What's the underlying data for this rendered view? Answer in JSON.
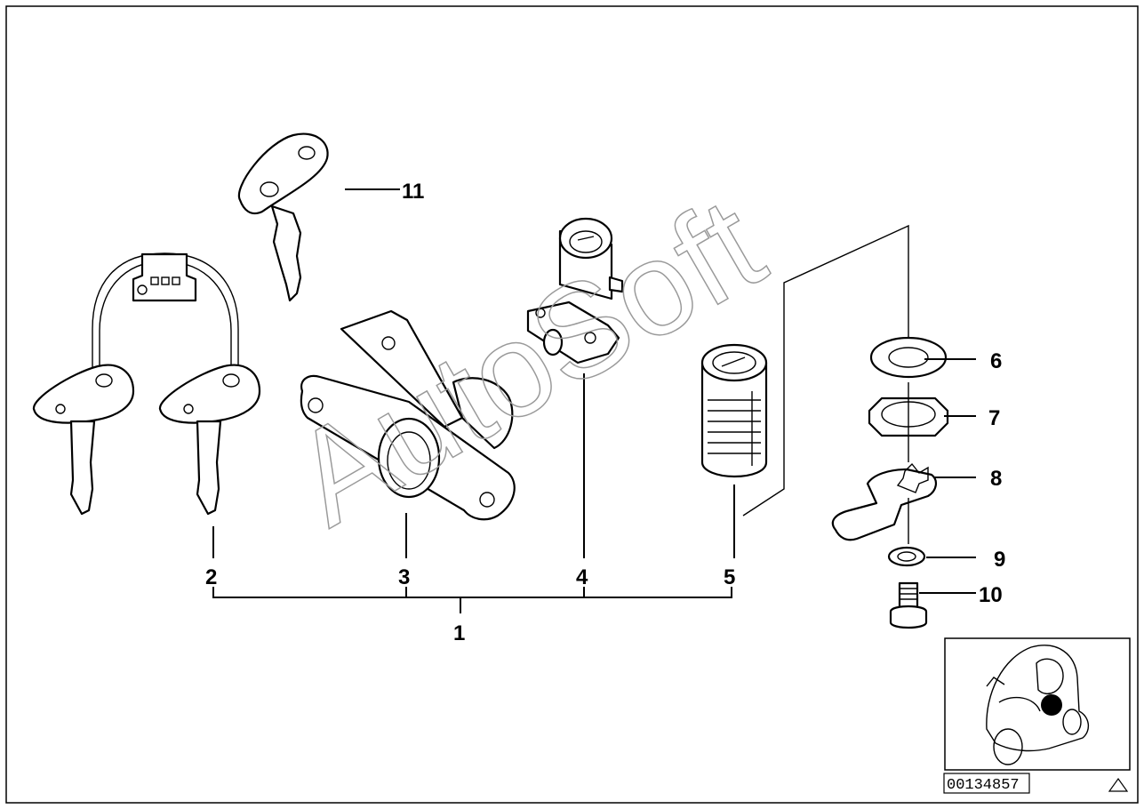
{
  "watermark": "AutoSoft",
  "diagram_code": "00134857",
  "callouts": [
    {
      "id": "callout-1",
      "text": "1"
    },
    {
      "id": "callout-2",
      "text": "2"
    },
    {
      "id": "callout-3",
      "text": "3"
    },
    {
      "id": "callout-4",
      "text": "4"
    },
    {
      "id": "callout-5",
      "text": "5"
    },
    {
      "id": "callout-6",
      "text": "6"
    },
    {
      "id": "callout-7",
      "text": "7"
    },
    {
      "id": "callout-8",
      "text": "8"
    },
    {
      "id": "callout-9",
      "text": "9"
    },
    {
      "id": "callout-10",
      "text": "10"
    },
    {
      "id": "callout-11",
      "text": "11"
    }
  ],
  "icons": {
    "warning": "warning-triangle-icon",
    "thumbnail": "vehicle-thumbnail"
  }
}
